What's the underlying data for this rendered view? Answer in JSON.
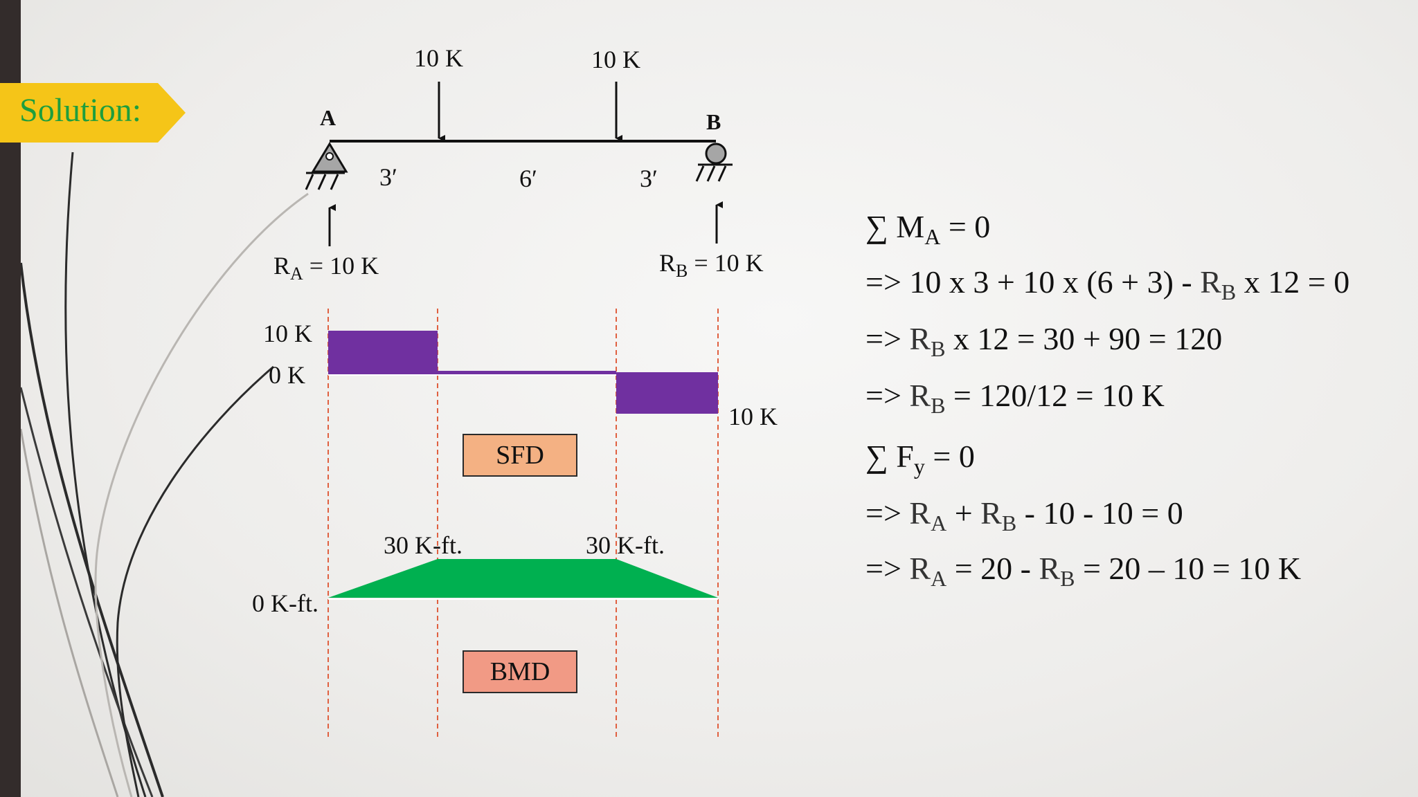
{
  "slide": {
    "section_label": "Solution:",
    "colors": {
      "tag": "#f5c518",
      "tag_text": "#1e9e3d",
      "sfd_fill": "#7030a0",
      "bmd_fill": "#00b050",
      "sfd_box": "#f4b183",
      "bmd_box": "#f19a85",
      "guide_line": "#e06040",
      "left_bar": "#332c2b"
    }
  },
  "beam": {
    "support_a_label": "A",
    "support_b_label": "B",
    "loads": [
      {
        "label": "10 K"
      },
      {
        "label": "10 K"
      }
    ],
    "spans": [
      "3′",
      "6′",
      "3′"
    ],
    "reaction_a": {
      "symbol": "R",
      "sub": "A",
      "value": " = 10 K"
    },
    "reaction_b": {
      "symbol": "R",
      "sub": "B",
      "value": " = 10 K"
    }
  },
  "sfd": {
    "label_top": "10 K",
    "label_zero": "0 K",
    "label_bottom": "10 K",
    "box_label": "SFD"
  },
  "bmd": {
    "label_left_peak": "30 K-ft.",
    "label_right_peak": "30 K-ft.",
    "label_zero": "0 K-ft.",
    "box_label": "BMD"
  },
  "equations": {
    "e1": {
      "pre": "∑ M",
      "sub": "A",
      "post": " = 0"
    },
    "e2": {
      "pre": "=> 10 x 3 + 10 x (6 + 3) - ",
      "r": "R",
      "sub": "B",
      "post": " x 12 = 0"
    },
    "e3": {
      "pre": "=> ",
      "r": "R",
      "sub": "B",
      "post": " x 12 = 30 + 90 = 120"
    },
    "e4": {
      "pre": "=> ",
      "r": "R",
      "sub": "B",
      "post": " = 120/12 = 10 K"
    },
    "e5": {
      "pre": "∑ F",
      "sub": "y",
      "post": " = 0"
    },
    "e6": {
      "pre": "=> ",
      "r1": "R",
      "sub1": "A",
      "mid": " + ",
      "r2": "R",
      "sub2": "B",
      "post": " - 10 - 10 = 0"
    },
    "e7": {
      "pre": "=> ",
      "r1": "R",
      "sub1": "A",
      "mid": " = 20 - ",
      "r2": "R",
      "sub2": "B",
      "post": " = 20 – 10 = 10 K"
    }
  }
}
